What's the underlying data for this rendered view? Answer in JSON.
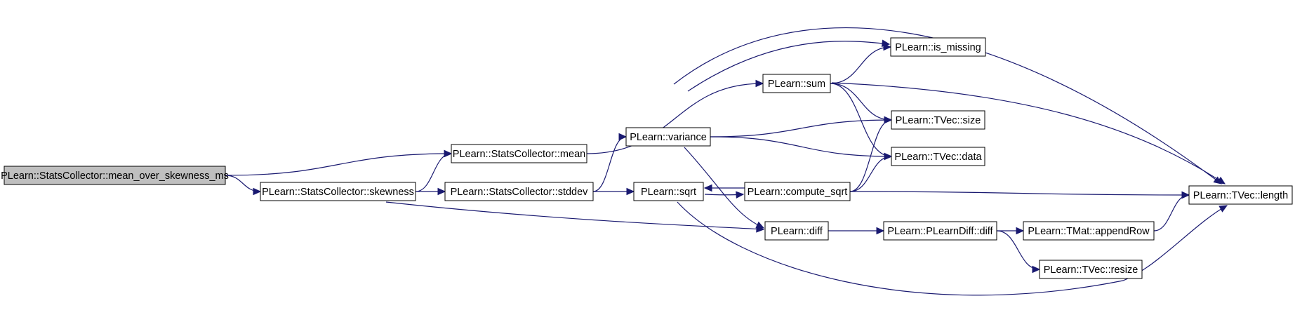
{
  "diagram": {
    "type": "call-graph",
    "nodes": [
      {
        "id": "mos",
        "label": "PLearn::StatsCollector::mean_over_skewness_ms",
        "root": true
      },
      {
        "id": "mean",
        "label": "PLearn::StatsCollector::mean"
      },
      {
        "id": "skew",
        "label": "PLearn::StatsCollector::skewness"
      },
      {
        "id": "stddev",
        "label": "PLearn::StatsCollector::stddev"
      },
      {
        "id": "variance",
        "label": "PLearn::variance"
      },
      {
        "id": "sqrt",
        "label": "PLearn::sqrt"
      },
      {
        "id": "sum",
        "label": "PLearn::sum"
      },
      {
        "id": "ismiss",
        "label": "PLearn::is_missing"
      },
      {
        "id": "size",
        "label": "PLearn::TVec::size"
      },
      {
        "id": "data",
        "label": "PLearn::TVec::data"
      },
      {
        "id": "csqrt",
        "label": "PLearn::compute_sqrt"
      },
      {
        "id": "diff",
        "label": "PLearn::diff"
      },
      {
        "id": "pldiff",
        "label": "PLearn::PLearnDiff::diff"
      },
      {
        "id": "append",
        "label": "PLearn::TMat::appendRow"
      },
      {
        "id": "resize",
        "label": "PLearn::TVec::resize"
      },
      {
        "id": "length",
        "label": "PLearn::TVec::length"
      }
    ],
    "edges": [
      {
        "from": "mos",
        "to": "mean"
      },
      {
        "from": "mos",
        "to": "skew"
      },
      {
        "from": "skew",
        "to": "mean"
      },
      {
        "from": "skew",
        "to": "stddev"
      },
      {
        "from": "skew",
        "to": "diff"
      },
      {
        "from": "mean",
        "to": "sum"
      },
      {
        "from": "stddev",
        "to": "variance"
      },
      {
        "from": "stddev",
        "to": "sqrt"
      },
      {
        "from": "variance",
        "to": "length"
      },
      {
        "from": "variance",
        "to": "ismiss"
      },
      {
        "from": "variance",
        "to": "size"
      },
      {
        "from": "variance",
        "to": "data"
      },
      {
        "from": "variance",
        "to": "diff"
      },
      {
        "from": "sum",
        "to": "ismiss"
      },
      {
        "from": "sum",
        "to": "size"
      },
      {
        "from": "sum",
        "to": "data"
      },
      {
        "from": "sum",
        "to": "length"
      },
      {
        "from": "sqrt",
        "to": "csqrt"
      },
      {
        "from": "sqrt",
        "to": "length"
      },
      {
        "from": "csqrt",
        "to": "sqrt"
      },
      {
        "from": "csqrt",
        "to": "size"
      },
      {
        "from": "csqrt",
        "to": "data"
      },
      {
        "from": "csqrt",
        "to": "length"
      },
      {
        "from": "diff",
        "to": "pldiff"
      },
      {
        "from": "pldiff",
        "to": "append"
      },
      {
        "from": "pldiff",
        "to": "resize"
      },
      {
        "from": "append",
        "to": "length"
      }
    ],
    "colors": {
      "edge": "#191970",
      "root_fill": "#bfbfbf",
      "node_fill": "#ffffff",
      "border": "#000000"
    }
  }
}
